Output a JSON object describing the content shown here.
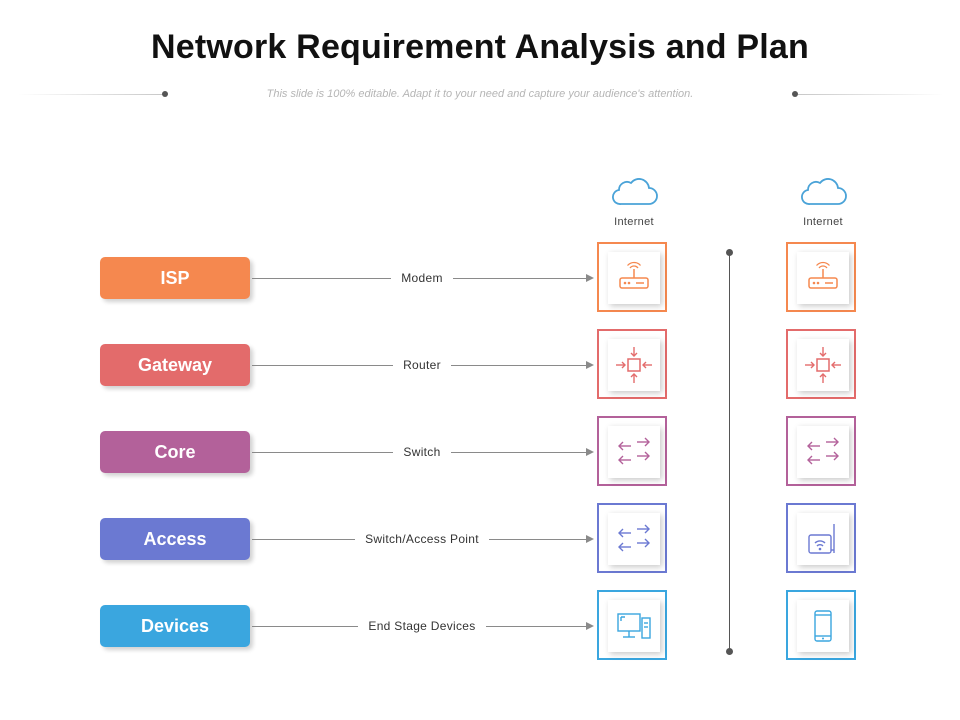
{
  "title": "Network Requirement Analysis and Plan",
  "subtitle": "This slide is 100% editable. Adapt it to your need and capture your audience's attention.",
  "internet_label": "Internet",
  "rows": [
    {
      "label": "ISP",
      "connector": "Modem",
      "color": "#f5884f"
    },
    {
      "label": "Gateway",
      "connector": "Router",
      "color": "#e36b6b"
    },
    {
      "label": "Core",
      "connector": "Switch",
      "color": "#b3619a"
    },
    {
      "label": "Access",
      "connector": "Switch/Access Point",
      "color": "#6b79d2"
    },
    {
      "label": "Devices",
      "connector": "End Stage Devices",
      "color": "#3aa6df"
    }
  ],
  "columns": [
    {
      "icons": [
        "modem-icon",
        "router-icon",
        "switch-icon",
        "switch-icon",
        "desktop-computer-icon"
      ]
    },
    {
      "icons": [
        "modem-icon",
        "router-icon",
        "switch-icon",
        "access-point-icon",
        "smartphone-icon"
      ]
    }
  ],
  "cloud_color": "#4aa3d8"
}
